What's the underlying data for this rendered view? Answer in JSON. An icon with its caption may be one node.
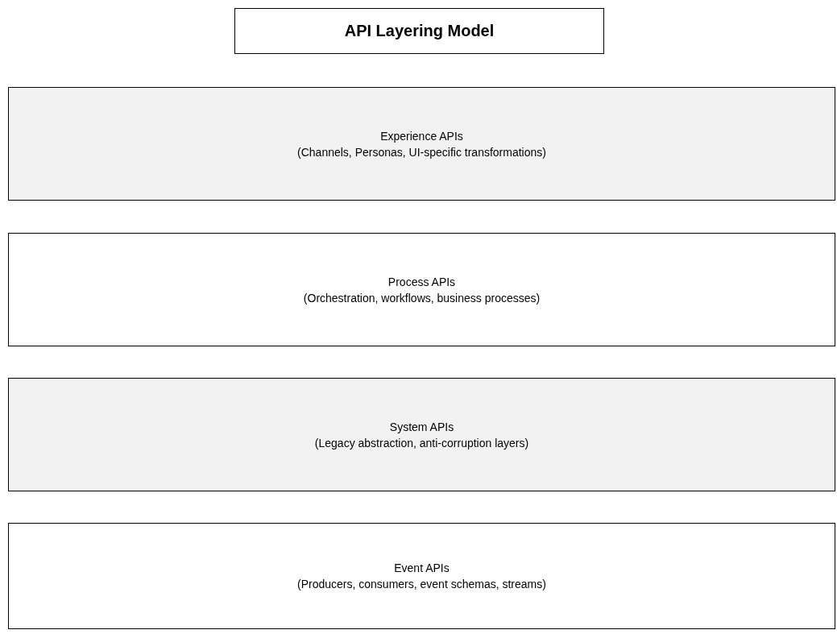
{
  "diagram": {
    "title": "API Layering Model",
    "nodes": [
      {
        "text": [
          "Experience APIs",
          "(Channels, Personas, UI-specific transformations)"
        ]
      },
      {
        "text": [
          "Process APIs",
          "(Orchestration, workflows, business processes)"
        ]
      },
      {
        "text": [
          "System APIs",
          "(Legacy abstraction, anti-corruption layers)"
        ]
      },
      {
        "text": [
          "Event APIs",
          "(Producers, consumers, event schemas, streams)"
        ]
      }
    ]
  }
}
